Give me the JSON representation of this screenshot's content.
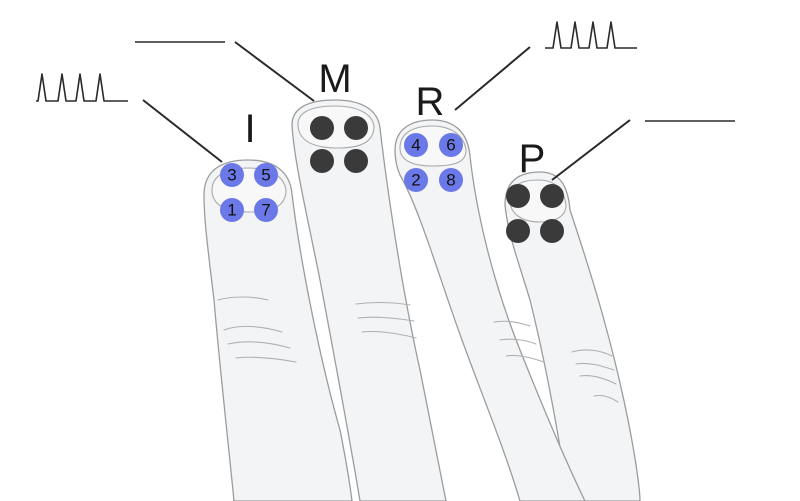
{
  "fingers": [
    {
      "key": "index",
      "label": "I",
      "trace": "spikes",
      "electrodes": [
        {
          "number": "3",
          "active": true
        },
        {
          "number": "5",
          "active": true
        },
        {
          "number": "1",
          "active": true
        },
        {
          "number": "7",
          "active": true
        }
      ]
    },
    {
      "key": "middle",
      "label": "M",
      "trace": "flat",
      "electrodes": [
        {
          "number": "",
          "active": false
        },
        {
          "number": "",
          "active": false
        },
        {
          "number": "",
          "active": false
        },
        {
          "number": "",
          "active": false
        }
      ]
    },
    {
      "key": "ring",
      "label": "R",
      "trace": "spikes",
      "electrodes": [
        {
          "number": "4",
          "active": true
        },
        {
          "number": "6",
          "active": true
        },
        {
          "number": "2",
          "active": true
        },
        {
          "number": "8",
          "active": true
        }
      ]
    },
    {
      "key": "pinky",
      "label": "P",
      "trace": "flat",
      "electrodes": [
        {
          "number": "",
          "active": false
        },
        {
          "number": "",
          "active": false
        },
        {
          "number": "",
          "active": false
        },
        {
          "number": "",
          "active": false
        }
      ]
    }
  ],
  "colors": {
    "active_electrode": "#6b78e8",
    "inactive_electrode": "#3a3a3a",
    "finger_fill": "#f3f4f5",
    "outline": "#9a9c9e"
  }
}
